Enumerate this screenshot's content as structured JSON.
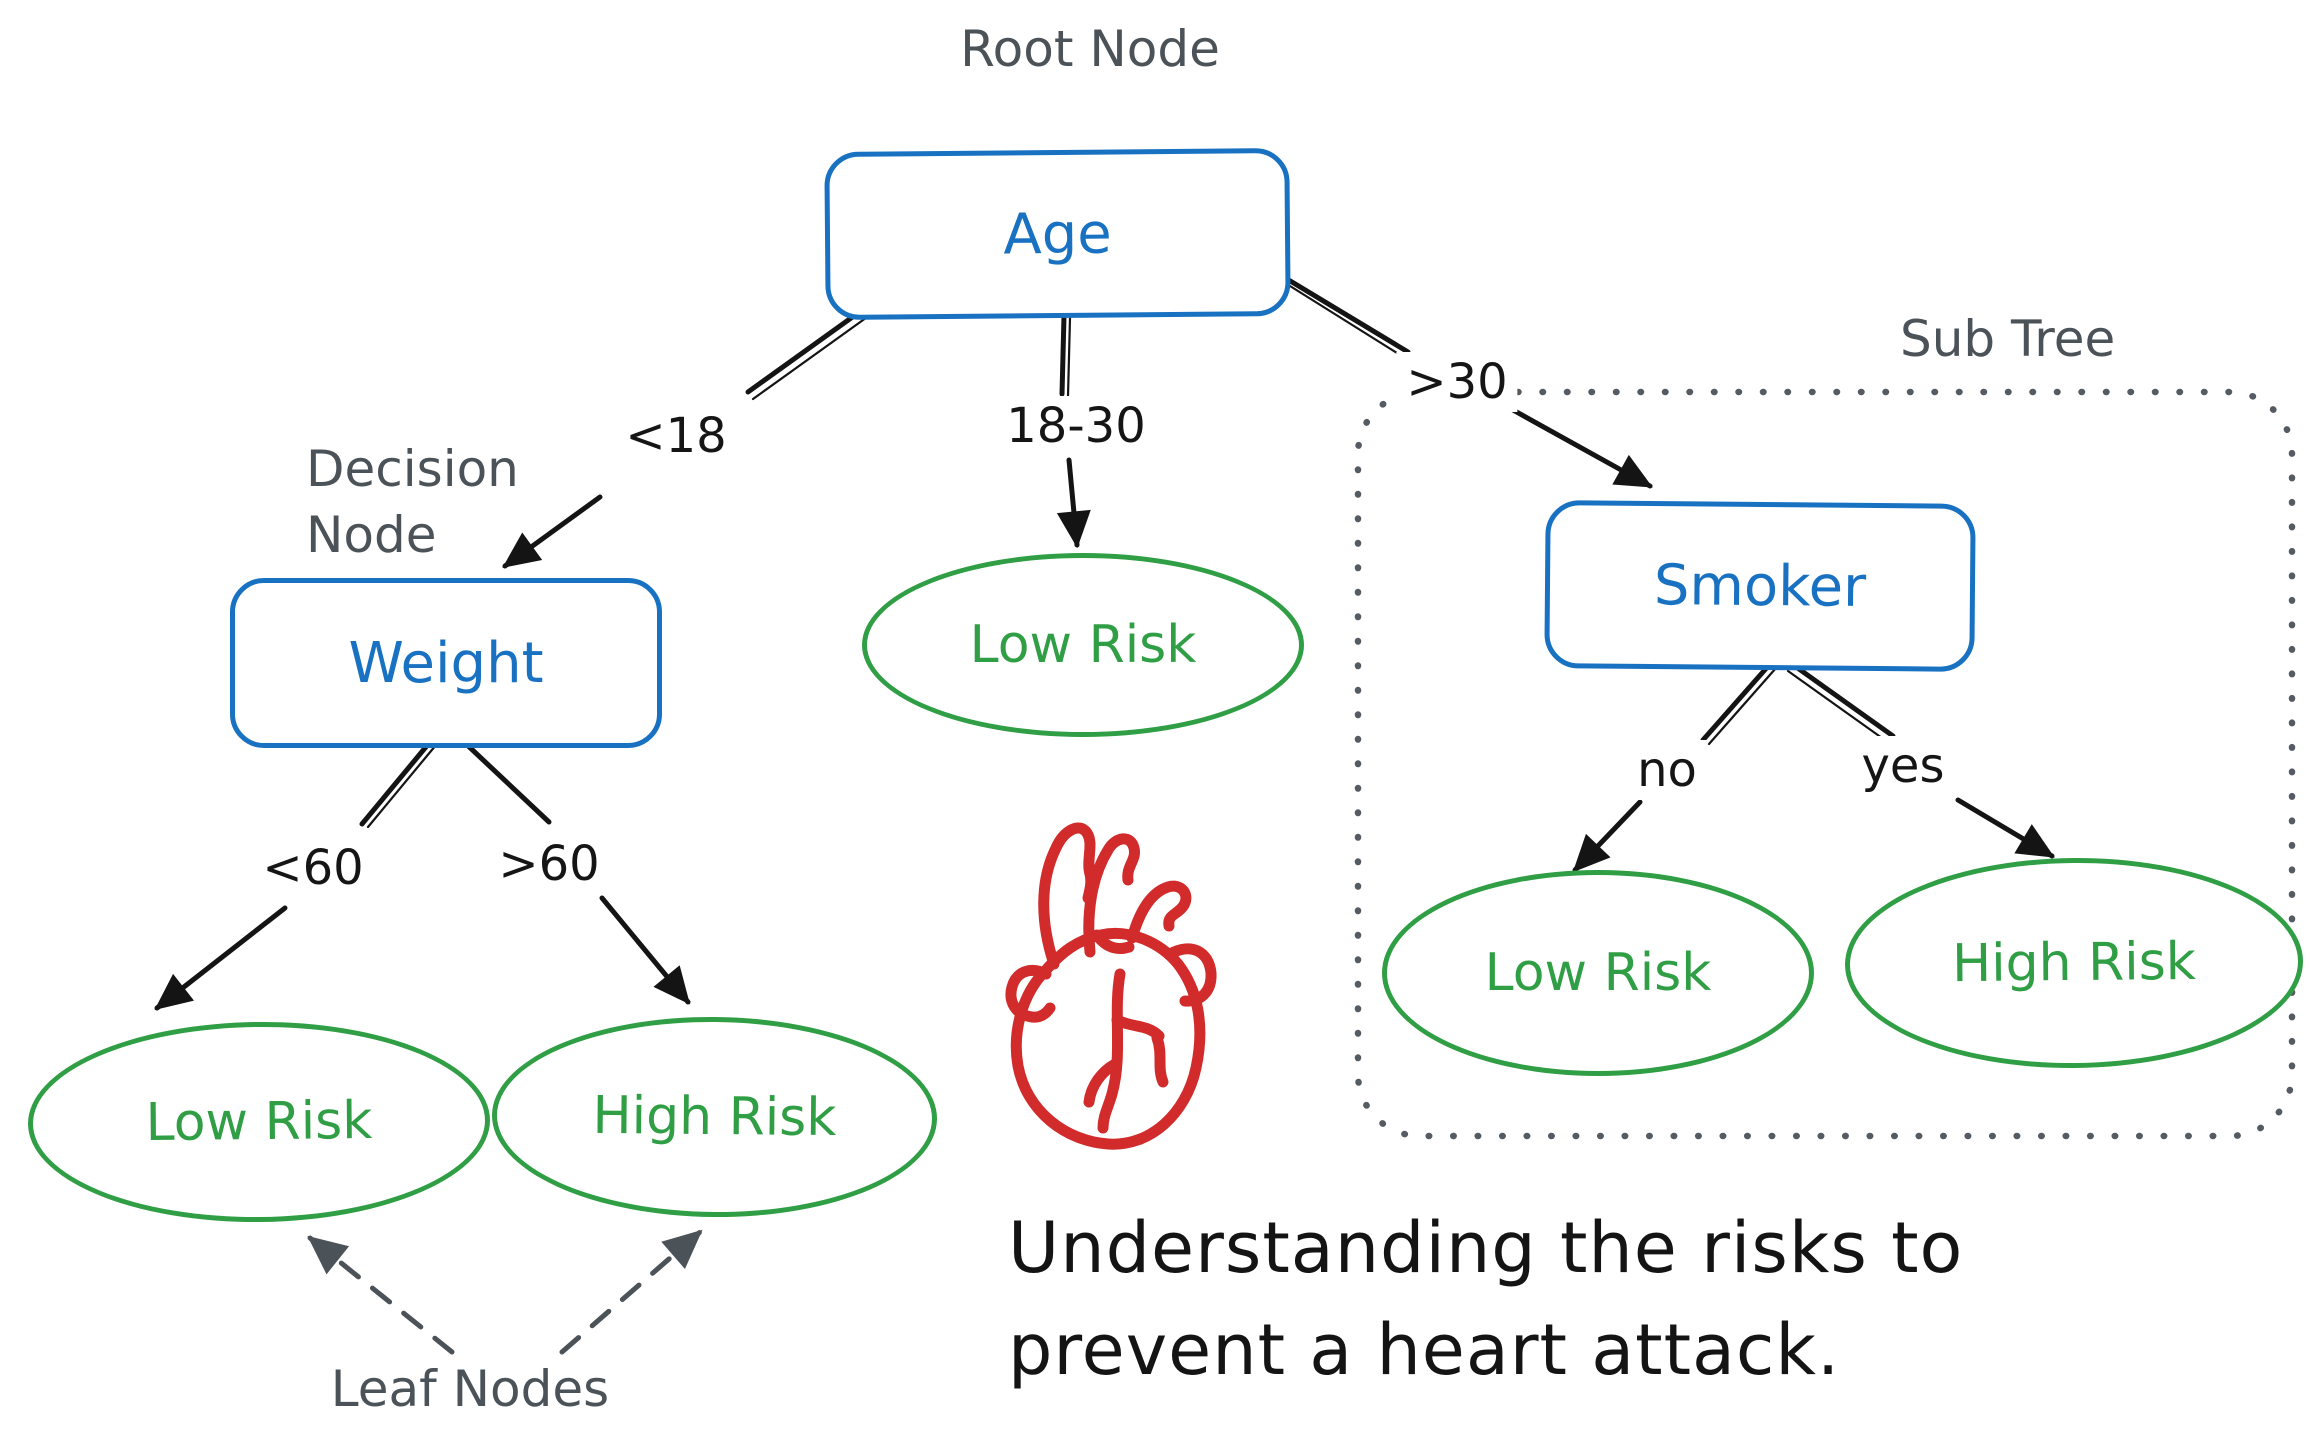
{
  "annotations": {
    "root_node": "Root Node",
    "decision_node": "Decision\nNode",
    "sub_tree": "Sub Tree",
    "leaf_nodes": "Leaf Nodes"
  },
  "nodes": {
    "age": {
      "label": "Age",
      "type": "root"
    },
    "weight": {
      "label": "Weight",
      "type": "decision"
    },
    "smoker": {
      "label": "Smoker",
      "type": "decision"
    },
    "age_mid_leaf": {
      "label": "Low Risk",
      "type": "leaf"
    },
    "weight_low_leaf": {
      "label": "Low Risk",
      "type": "leaf"
    },
    "weight_high_leaf": {
      "label": "High Risk",
      "type": "leaf"
    },
    "smoker_no_leaf": {
      "label": "Low Risk",
      "type": "leaf"
    },
    "smoker_yes_leaf": {
      "label": "High Risk",
      "type": "leaf"
    }
  },
  "edges": {
    "age_to_weight": "<18",
    "age_to_low": "18-30",
    "age_to_smoker": ">30",
    "weight_to_low": "<60",
    "weight_to_high": ">60",
    "smoker_to_low": "no",
    "smoker_to_high": "yes"
  },
  "caption": {
    "line1": "Understanding the risks to",
    "line2": "prevent a heart attack."
  },
  "icons": {
    "heart": "anatomical-heart-icon"
  },
  "colors": {
    "node_blue": "#1971c2",
    "leaf_green": "#2f9e44",
    "annotation_gray": "#4b5258",
    "heart_red": "#d22b2b",
    "line_black": "#141414"
  }
}
